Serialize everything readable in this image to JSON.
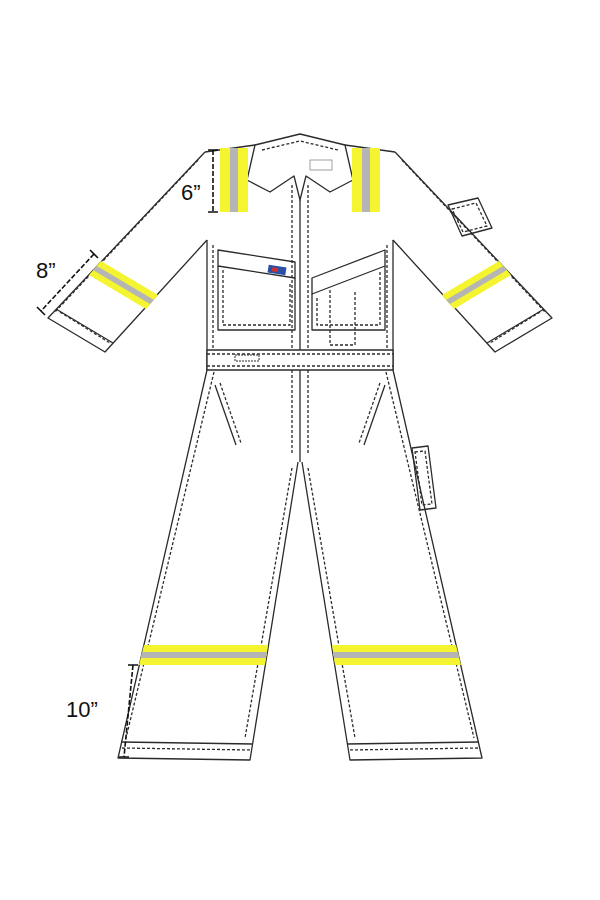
{
  "diagram": {
    "labels": [
      "6”",
      "8”",
      "10”"
    ]
  }
}
